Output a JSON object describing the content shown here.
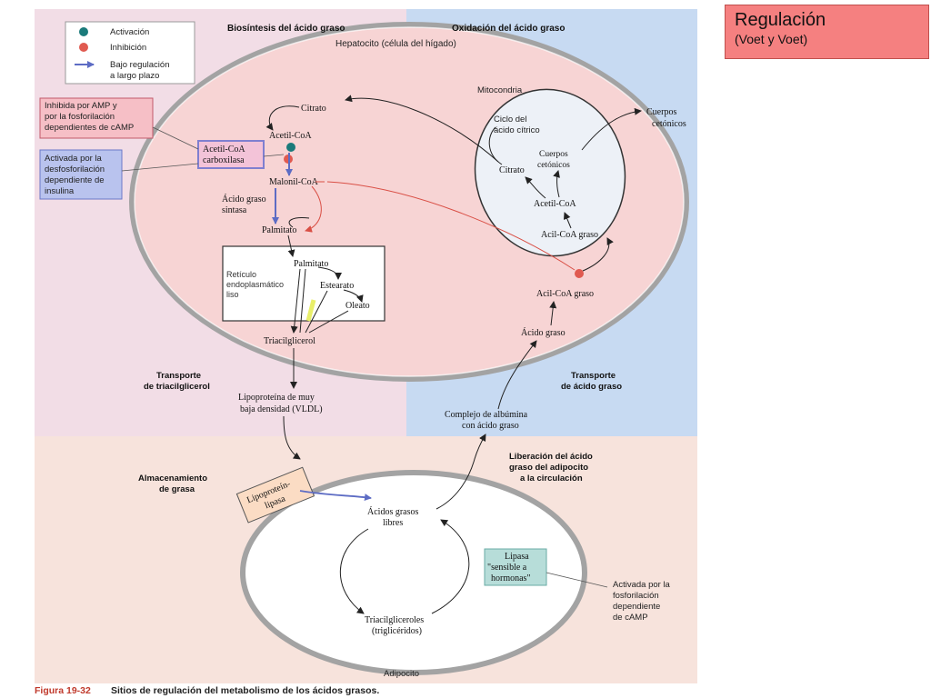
{
  "corner_box": {
    "title": "Regulación",
    "subtitle": "(Voet y Voet)"
  },
  "legend": {
    "activation": "Activación",
    "inhibition": "Inhibición",
    "long_term_1": "Bajo regulación",
    "long_term_2": "a largo plazo"
  },
  "regions": {
    "synthesis": "Biosíntesis del ácido graso",
    "oxidation": "Oxidación del ácido graso",
    "hepatocyte": "Hepatocito (célula del hígado)",
    "mitochondria": "Mitocondria",
    "transport_tag_1": "Transporte",
    "transport_tag_2": "de triacilglicerol",
    "transport_fa_1": "Transporte",
    "transport_fa_2": "de ácido graso",
    "storage_1": "Almacenamiento",
    "storage_2": "de grasa",
    "release_1": "Liberación del ácido",
    "release_2": "graso del adipocito",
    "release_3": "a la circulación",
    "adipocyte": "Adipocito",
    "er_1": "Retículo",
    "er_2": "endoplasmático",
    "er_3": "liso"
  },
  "notes": {
    "inhibited_1": "Inhibida por AMP y",
    "inhibited_2": "por la fosforilación",
    "inhibited_3": "dependientes de cAMP",
    "activated_1": "Activada por la",
    "activated_2": "desfosforilación",
    "activated_3": "dependiente de",
    "activated_4": "insulina",
    "activated_hsl_1": "Activada por la",
    "activated_hsl_2": "fosforilación",
    "activated_hsl_3": "dependiente",
    "activated_hsl_4": "de cAMP"
  },
  "nodes": {
    "citrate": "Citrato",
    "acetyl_coa": "Acetil-CoA",
    "acc_1": "Acetil-CoA",
    "acc_2": "carboxilasa",
    "malonyl_coa": "Malonil-CoA",
    "fas_1": "Ácido graso",
    "fas_2": "sintasa",
    "palmitate": "Palmitato",
    "palmitate_er": "Palmitato",
    "stearate": "Estearato",
    "oleate": "Oleato",
    "triacylglycerol": "Triacilglicerol",
    "vldl_1": "Lipoproteína de muy",
    "vldl_2": "baja densidad (VLDL)",
    "tca_1": "Ciclo del",
    "tca_2": "ácido cítrico",
    "citrate_mito": "Citrato",
    "ketone_mito_1": "Cuerpos",
    "ketone_mito_2": "cetónicos",
    "acetyl_coa_mito": "Acetil-CoA",
    "acyl_coa_mito": "Acil-CoA graso",
    "ketone_out_1": "Cuerpos",
    "ketone_out_2": "cetónicos",
    "acyl_coa": "Acil-CoA graso",
    "fatty_acid": "Ácido graso",
    "albumin_1": "Complejo de albúmina",
    "albumin_2": "con ácido graso",
    "lpl_1": "Lipoproteín-",
    "lpl_2": "lipasa",
    "ffa_1": "Ácidos grasos",
    "ffa_2": "libres",
    "hsl_1": "Lipasa",
    "hsl_2": "\"sensible a",
    "hsl_3": "hormonas\"",
    "tag_1": "Triacilgliceroles",
    "tag_2": "(triglicéridos)"
  },
  "caption": {
    "label": "Figura 19-32",
    "text": "Sitios de regulación del metabolismo de los ácidos grasos."
  },
  "colors": {
    "activation": "#1a7a7a",
    "inhibition": "#e05a50",
    "long_term": "#6b78c8",
    "synthesis_bg": "#f2dde6",
    "oxidation_bg": "#c7daf2",
    "adipose_bg": "#f7e3dc"
  }
}
